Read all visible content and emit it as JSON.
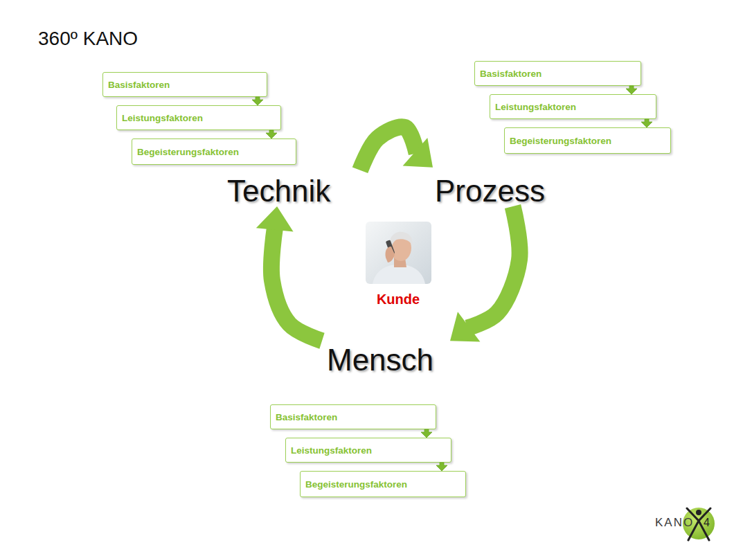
{
  "diagram": {
    "title": "360º KANO",
    "nodes": [
      {
        "text": [
          "Basisfaktoren"
        ]
      },
      {
        "text": [
          "Leistungsfaktoren"
        ]
      },
      {
        "text": [
          "Begeisterungsfaktoren"
        ]
      },
      {
        "text": [
          "Basisfaktoren"
        ]
      },
      {
        "text": [
          "Leistungsfaktoren"
        ]
      },
      {
        "text": [
          "Begeisterungsfaktoren"
        ]
      },
      {
        "text": [
          "Technik"
        ]
      },
      {
        "text": [
          "Prozess"
        ]
      },
      {
        "text": [
          "Kunde"
        ]
      },
      {
        "text": [
          "Mensch"
        ]
      },
      {
        "text": [
          "Basisfaktoren"
        ]
      },
      {
        "text": [
          "Leistungsfaktoren"
        ]
      },
      {
        "text": [
          "Begeisterungsfaktoren"
        ]
      }
    ],
    "edges": [
      {
        "from": 0,
        "to": 1,
        "arrow": "to"
      },
      {
        "from": 1,
        "to": 2,
        "arrow": "to"
      },
      {
        "from": 3,
        "to": 4,
        "arrow": "to"
      },
      {
        "from": 4,
        "to": 5,
        "arrow": "to"
      },
      {
        "from": 6,
        "to": 7,
        "arrow": "to"
      },
      {
        "from": 7,
        "to": 9,
        "arrow": "to"
      },
      {
        "from": 9,
        "to": 6,
        "arrow": "to"
      },
      {
        "from": 10,
        "to": 11,
        "arrow": "to"
      },
      {
        "from": 11,
        "to": 12,
        "arrow": "to"
      }
    ],
    "labels": [
      "KANO",
      "4"
    ]
  }
}
